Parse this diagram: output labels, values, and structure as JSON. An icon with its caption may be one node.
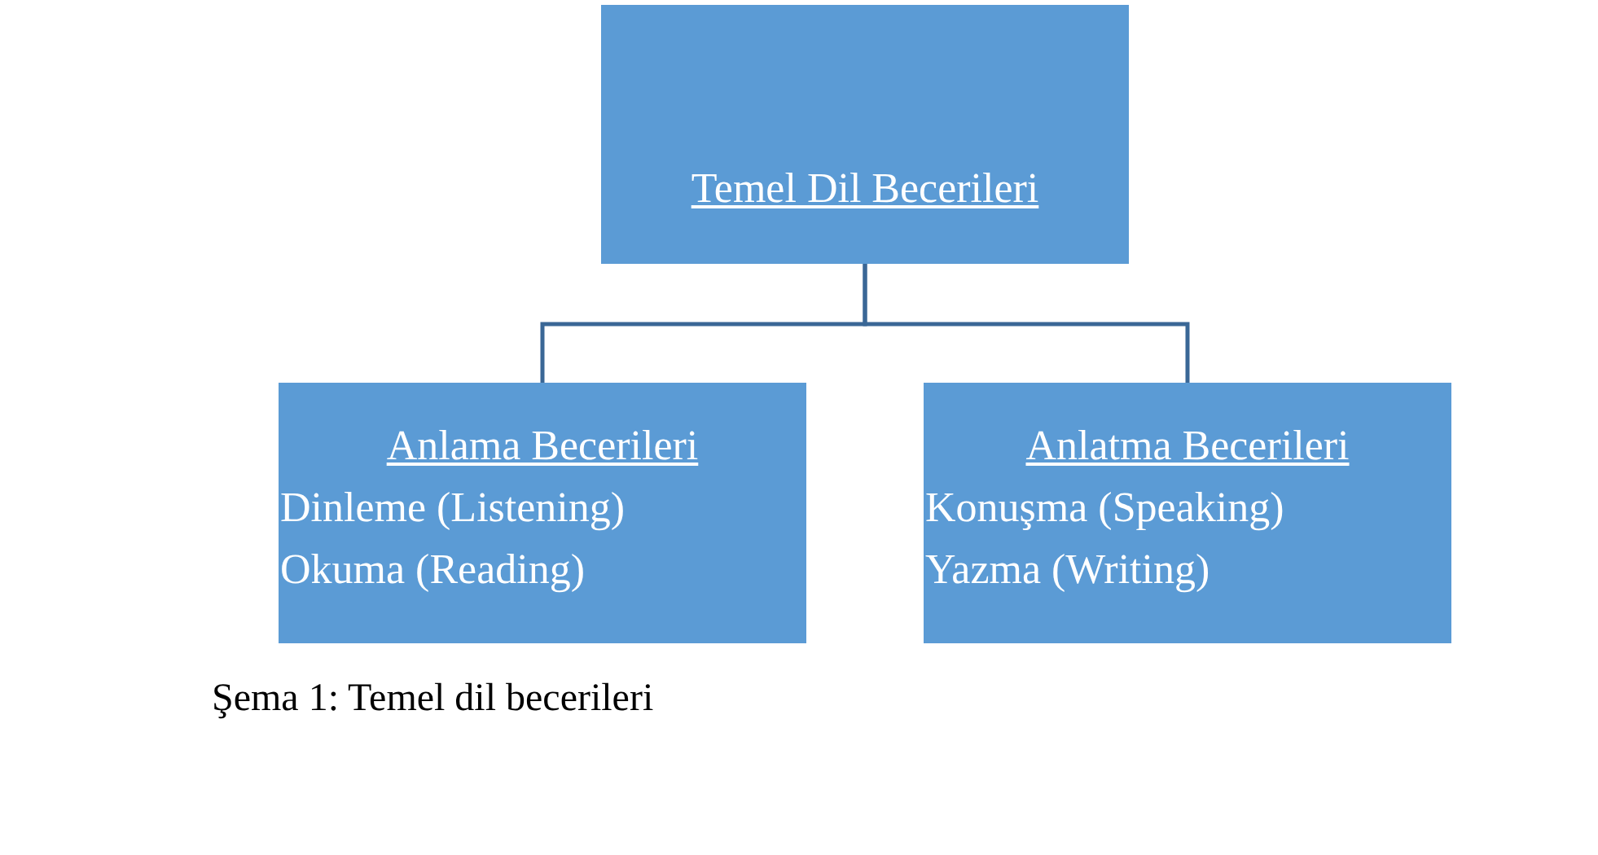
{
  "diagram": {
    "caption": "Şema 1: Temel dil becerileri",
    "nodes": [
      {
        "text": [
          "Temel Dil Becerileri"
        ]
      },
      {
        "text": [
          "Anlama Becerileri",
          "Dinleme (Listening)",
          "Okuma (Reading)"
        ]
      },
      {
        "text": [
          "Anlatma Becerileri",
          "Konuşma (Speaking)",
          "Yazma (Writing)"
        ]
      }
    ],
    "edges": [
      {
        "from": 0,
        "to": 1,
        "arrow": "none"
      },
      {
        "from": 0,
        "to": 2,
        "arrow": "none"
      }
    ]
  }
}
